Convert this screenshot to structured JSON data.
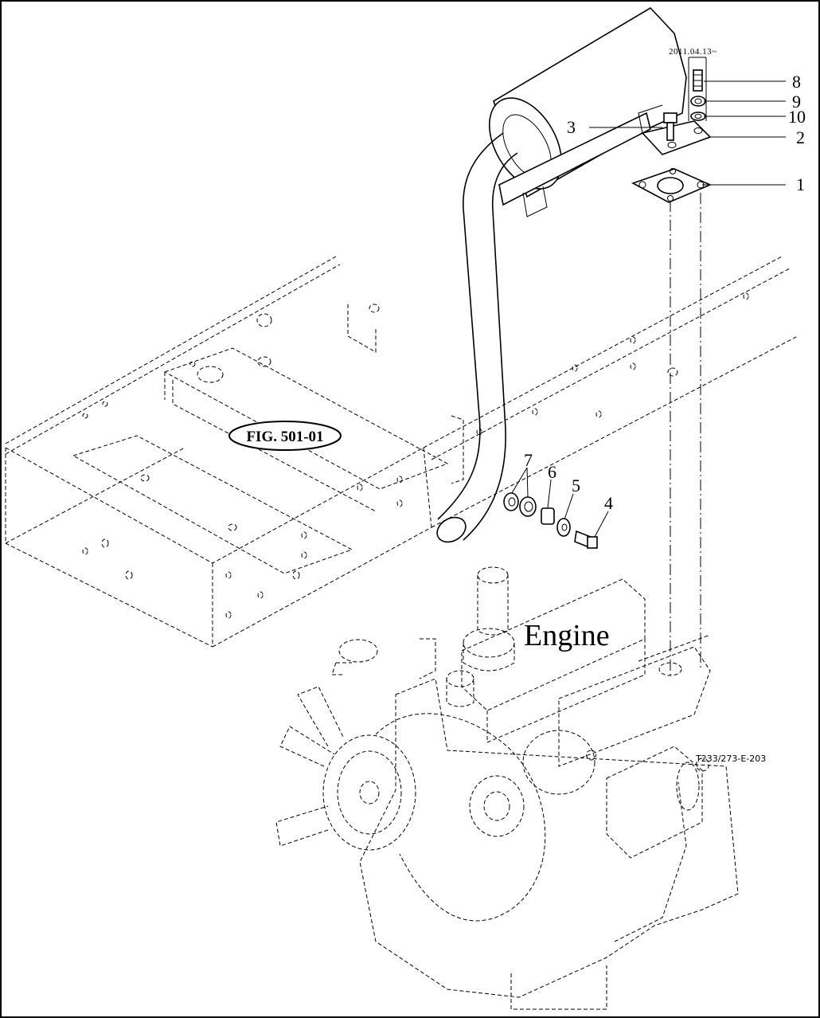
{
  "date_note": "2011.04.13~",
  "callouts": {
    "p1": "1",
    "p2": "2",
    "p3": "3",
    "p4": "4",
    "p5": "5",
    "p6": "6",
    "p7": "7",
    "p8": "8",
    "p9": "9",
    "p10": "10"
  },
  "engine_label": "Engine",
  "figure_ref": "FIG. 501-01",
  "drawing_code": "T233/273-E-203"
}
